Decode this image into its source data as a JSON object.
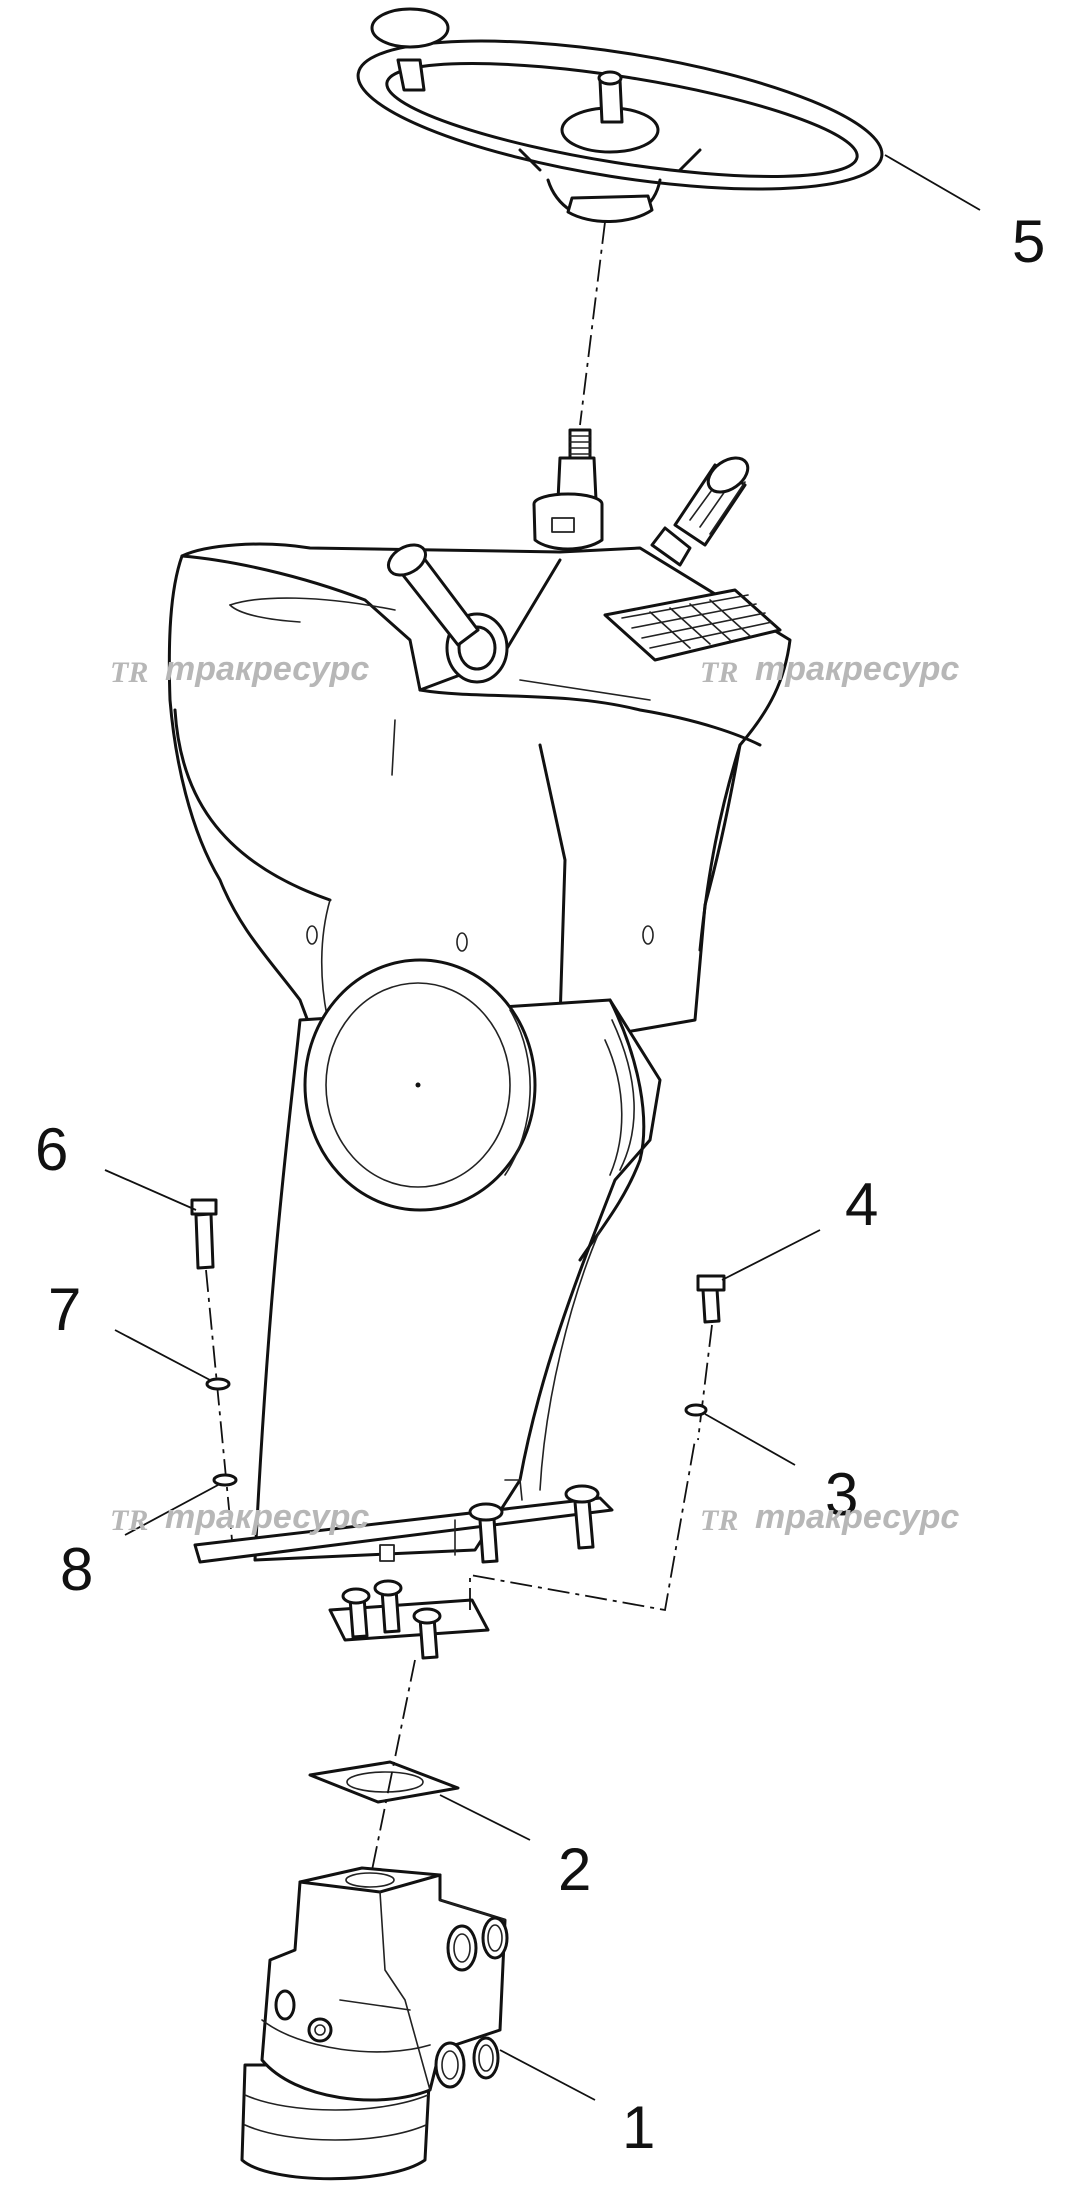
{
  "callouts": [
    "1",
    "2",
    "3",
    "4",
    "5",
    "6",
    "7",
    "8"
  ],
  "watermark": {
    "logo": "TR",
    "text": "тракресурс"
  }
}
